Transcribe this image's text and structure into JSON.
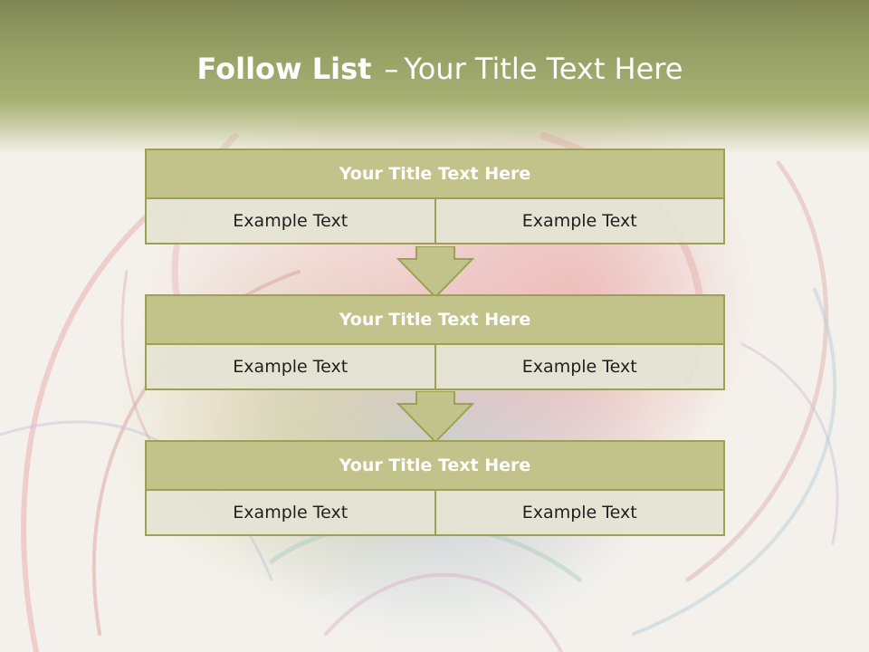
{
  "slide": {
    "title_bold": "Follow List",
    "title_dash": "–",
    "title_rest": "Your Title Text Here"
  },
  "blocks": [
    {
      "title": "Your Title Text Here",
      "cells": [
        "Example Text",
        "Example Text"
      ]
    },
    {
      "title": "Your Title Text Here",
      "cells": [
        "Example Text",
        "Example Text"
      ]
    },
    {
      "title": "Your Title Text Here",
      "cells": [
        "Example Text",
        "Example Text"
      ]
    }
  ],
  "colors": {
    "header": "#96a065",
    "box_title_fill": "#c1c38b",
    "box_border": "#9ba256",
    "cell_fill": "#e4e4d4",
    "arrow_fill": "#c1c38b"
  }
}
